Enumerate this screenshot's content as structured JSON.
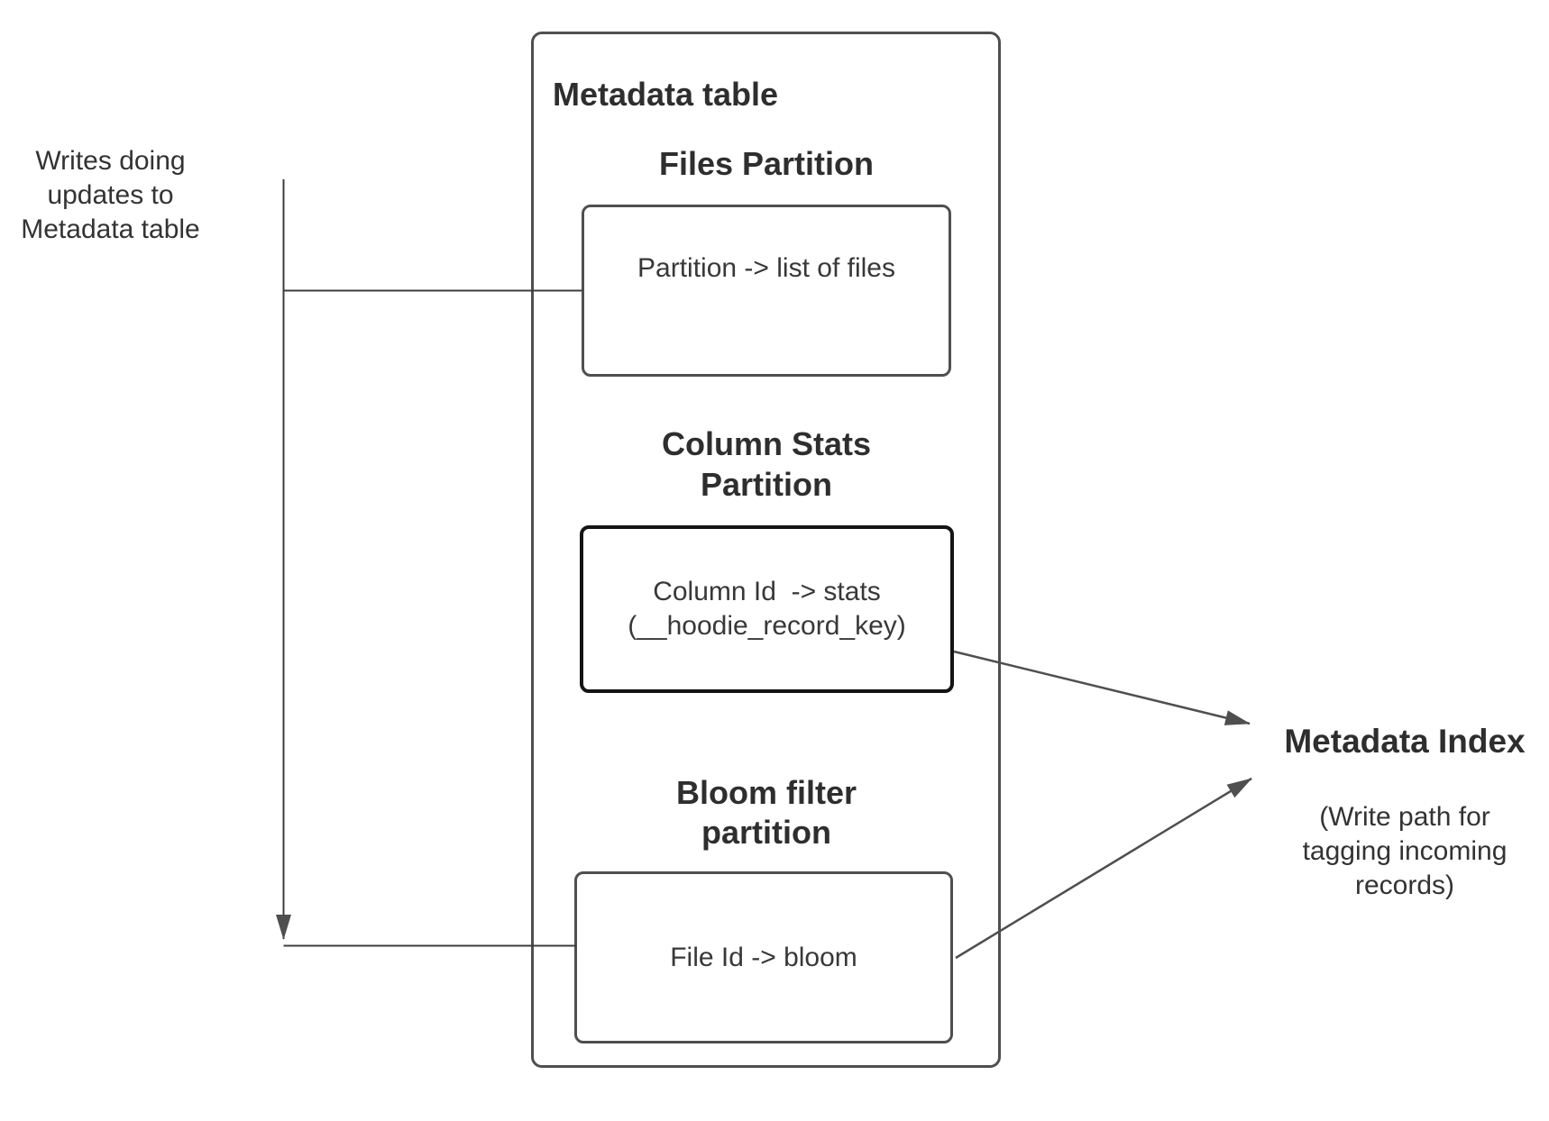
{
  "colors": {
    "box_border": "#4f4f4f",
    "emphasis_border": "#141414",
    "connector": "#4f4f4f",
    "text": "#2f2f2f",
    "background": "#ffffff"
  },
  "left_note": {
    "lines": [
      "Writes doing",
      "updates to",
      "Metadata table"
    ]
  },
  "metadata_table": {
    "title": "Metadata table",
    "files_partition": {
      "heading": "Files Partition",
      "body_lines": [
        "Partition -> list of files"
      ]
    },
    "column_stats_partition": {
      "heading_lines": [
        "Column Stats",
        "Partition"
      ],
      "body_lines": [
        "Column Id  -> stats",
        "(__hoodie_record_key)"
      ]
    },
    "bloom_filter_partition": {
      "heading_lines": [
        "Bloom filter",
        "partition"
      ],
      "body_lines": [
        "File Id -> bloom"
      ]
    }
  },
  "metadata_index": {
    "title": "Metadata Index",
    "note_lines": [
      "(Write path for",
      "tagging incoming",
      "records)"
    ]
  }
}
